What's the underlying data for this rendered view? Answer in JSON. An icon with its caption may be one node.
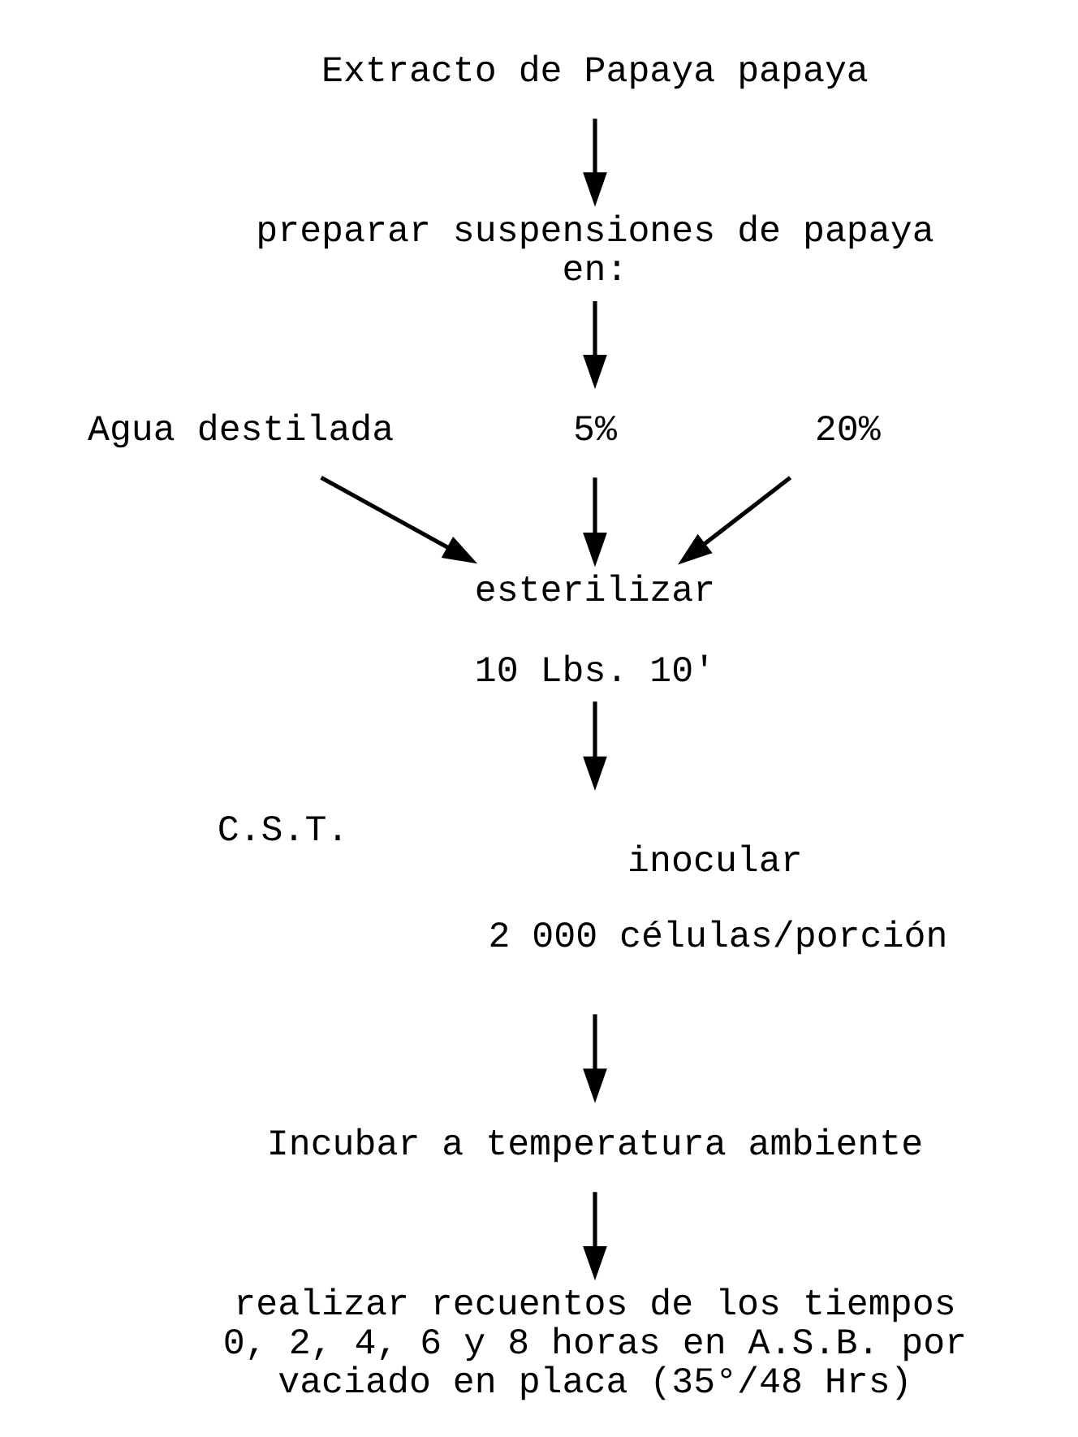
{
  "diagram": {
    "nodes": [
      {
        "text": [
          "Extracto de Papaya papaya"
        ]
      },
      {
        "text": [
          "preparar suspensiones de papaya en:"
        ]
      },
      {
        "text": [
          "Agua destilada"
        ]
      },
      {
        "text": [
          "5%"
        ]
      },
      {
        "text": [
          "20%"
        ]
      },
      {
        "text": [
          "esterilizar",
          "10 Lbs. 10'"
        ]
      },
      {
        "text": [
          "inocular",
          "2 000 células/porción"
        ],
        "beside": [
          "C.S.T."
        ]
      },
      {
        "text": [
          "Incubar a temperatura ambiente"
        ]
      },
      {
        "text": [
          "realizar recuentos de los tiempos 0, 2, 4, 6 y 8 horas en A.S.B. por vaciado en placa (35°/48 Hrs)"
        ]
      }
    ],
    "edges": [
      {
        "from": 0,
        "to": 1,
        "arrow": "to"
      },
      {
        "from": 1,
        "to": 3,
        "arrow": "to"
      },
      {
        "from": 2,
        "to": 5,
        "arrow": "to"
      },
      {
        "from": 3,
        "to": 5,
        "arrow": "to"
      },
      {
        "from": 4,
        "to": 5,
        "arrow": "to"
      },
      {
        "from": 5,
        "to": 6,
        "arrow": "to"
      },
      {
        "from": 6,
        "to": 7,
        "arrow": "to"
      },
      {
        "from": 7,
        "to": 8,
        "arrow": "to"
      }
    ]
  }
}
